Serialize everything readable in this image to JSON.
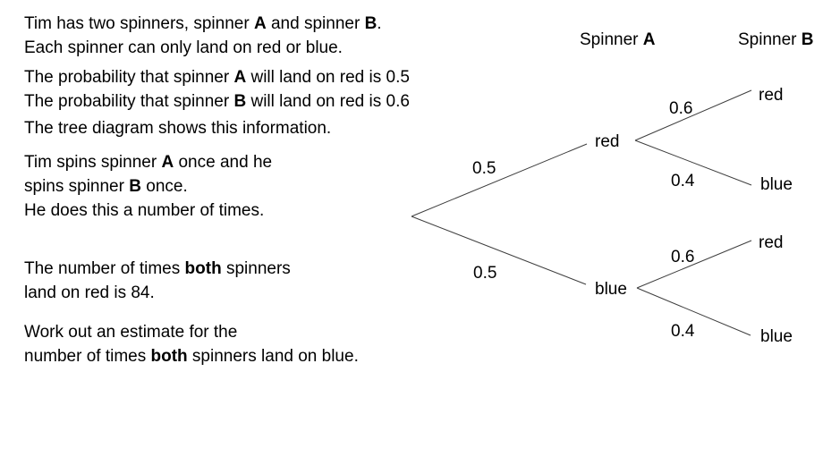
{
  "page": {
    "background": "#ffffff",
    "text_color": "#000000",
    "line_color": "#3d3d3d"
  },
  "problem": {
    "p1l1": [
      "Tim has two spinners, spinner ",
      "A",
      " and spinner ",
      "B",
      "."
    ],
    "p1l2": [
      "Each spinner can only land on red or blue."
    ],
    "p2l1": [
      "The probability that spinner ",
      "A",
      " will land on red is 0.5"
    ],
    "p2l2": [
      "The probability that spinner ",
      "B",
      " will land on red is 0.6"
    ],
    "p3l1": [
      "The tree diagram shows this information."
    ],
    "p4l1": [
      "Tim spins spinner ",
      "A",
      " once and he"
    ],
    "p4l2": [
      "spins spinner ",
      "B",
      " once."
    ],
    "p4l3": [
      "He does this a number of times."
    ],
    "p5l1": [
      "The number of times ",
      "both",
      " spinners"
    ],
    "p5l2": [
      "land on red is 84."
    ],
    "p6l1": [
      "Work out an estimate for the"
    ],
    "p6l2": [
      "number of times ",
      "both",
      " spinners land on blue."
    ]
  },
  "tree": {
    "header_a": [
      "Spinner ",
      "A"
    ],
    "header_b": [
      "Spinner ",
      "B"
    ],
    "a_red": {
      "prob": "0.5",
      "label": "red"
    },
    "a_blue": {
      "prob": "0.5",
      "label": "blue"
    },
    "ared_red": {
      "prob": "0.6",
      "label": "red"
    },
    "ared_blue": {
      "prob": "0.4",
      "label": "blue"
    },
    "ablue_red": {
      "prob": "0.6",
      "label": "red"
    },
    "ablue_blue": {
      "prob": "0.4",
      "label": "blue"
    }
  },
  "tree_data": {
    "type": "probability_tree",
    "stage_labels": [
      "Spinner A",
      "Spinner B"
    ],
    "branches": [
      {
        "outcome": "red",
        "p": 0.5,
        "children": [
          {
            "outcome": "red",
            "p": 0.6
          },
          {
            "outcome": "blue",
            "p": 0.4
          }
        ]
      },
      {
        "outcome": "blue",
        "p": 0.5,
        "children": [
          {
            "outcome": "red",
            "p": 0.6
          },
          {
            "outcome": "blue",
            "p": 0.4
          }
        ]
      }
    ],
    "given_both_red_count": 84
  }
}
